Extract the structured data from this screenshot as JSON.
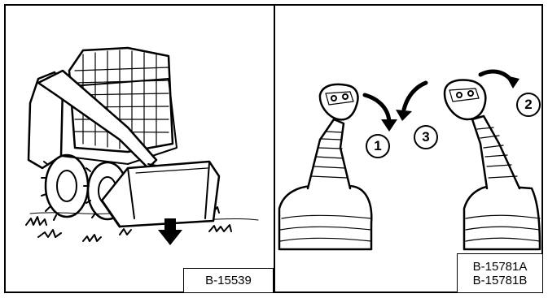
{
  "left_panel": {
    "figure_ref": "B-15539"
  },
  "right_panel": {
    "figure_refs": [
      "B-15781A",
      "B-15781B"
    ],
    "callouts": [
      {
        "number": "1"
      },
      {
        "number": "2"
      },
      {
        "number": "3"
      }
    ]
  },
  "colors": {
    "line": "#000000",
    "background": "#ffffff"
  }
}
